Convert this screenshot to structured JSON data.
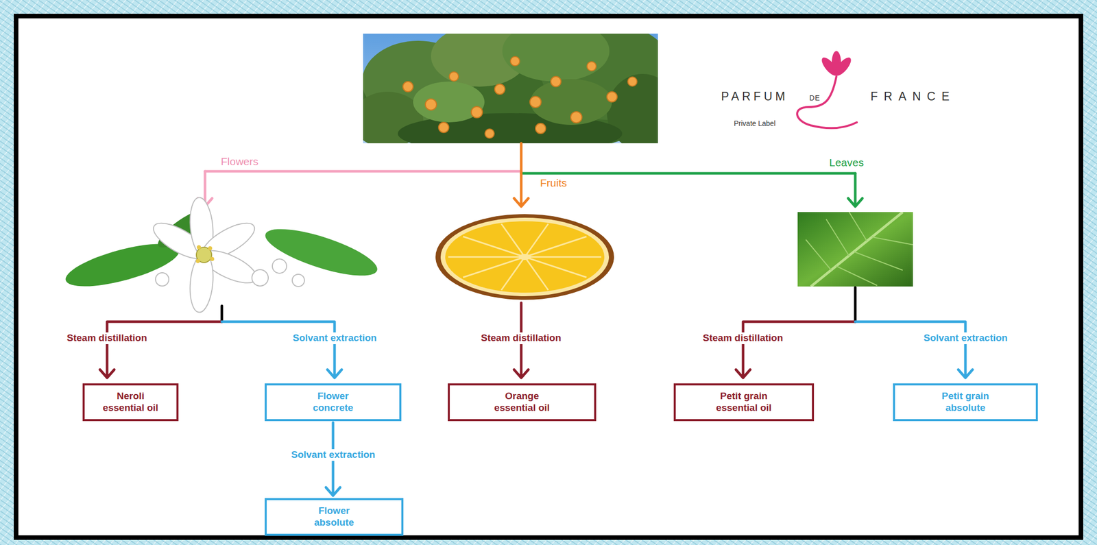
{
  "diagram": {
    "nodes": [
      {
        "text": [
          "Neroli essential oil"
        ]
      },
      {
        "text": [
          "Flower concrete"
        ]
      },
      {
        "text": [
          "Flower absolute"
        ]
      },
      {
        "text": [
          "Orange essential oil"
        ]
      },
      {
        "text": [
          "Petit grain essential oil"
        ]
      },
      {
        "text": [
          "Petit grain absolute"
        ]
      }
    ],
    "edges": [
      {
        "from": 1,
        "to": 2,
        "arrow": "to",
        "label": "Solvant extraction"
      }
    ],
    "labels": [
      "PARFUM",
      "DE",
      "FRANCE",
      "Private Label",
      "Flowers",
      "Fruits",
      "Leaves",
      "Steam distillation",
      "Solvant extraction",
      "Steam distillation",
      "Steam distillation",
      "Solvant extraction"
    ]
  }
}
